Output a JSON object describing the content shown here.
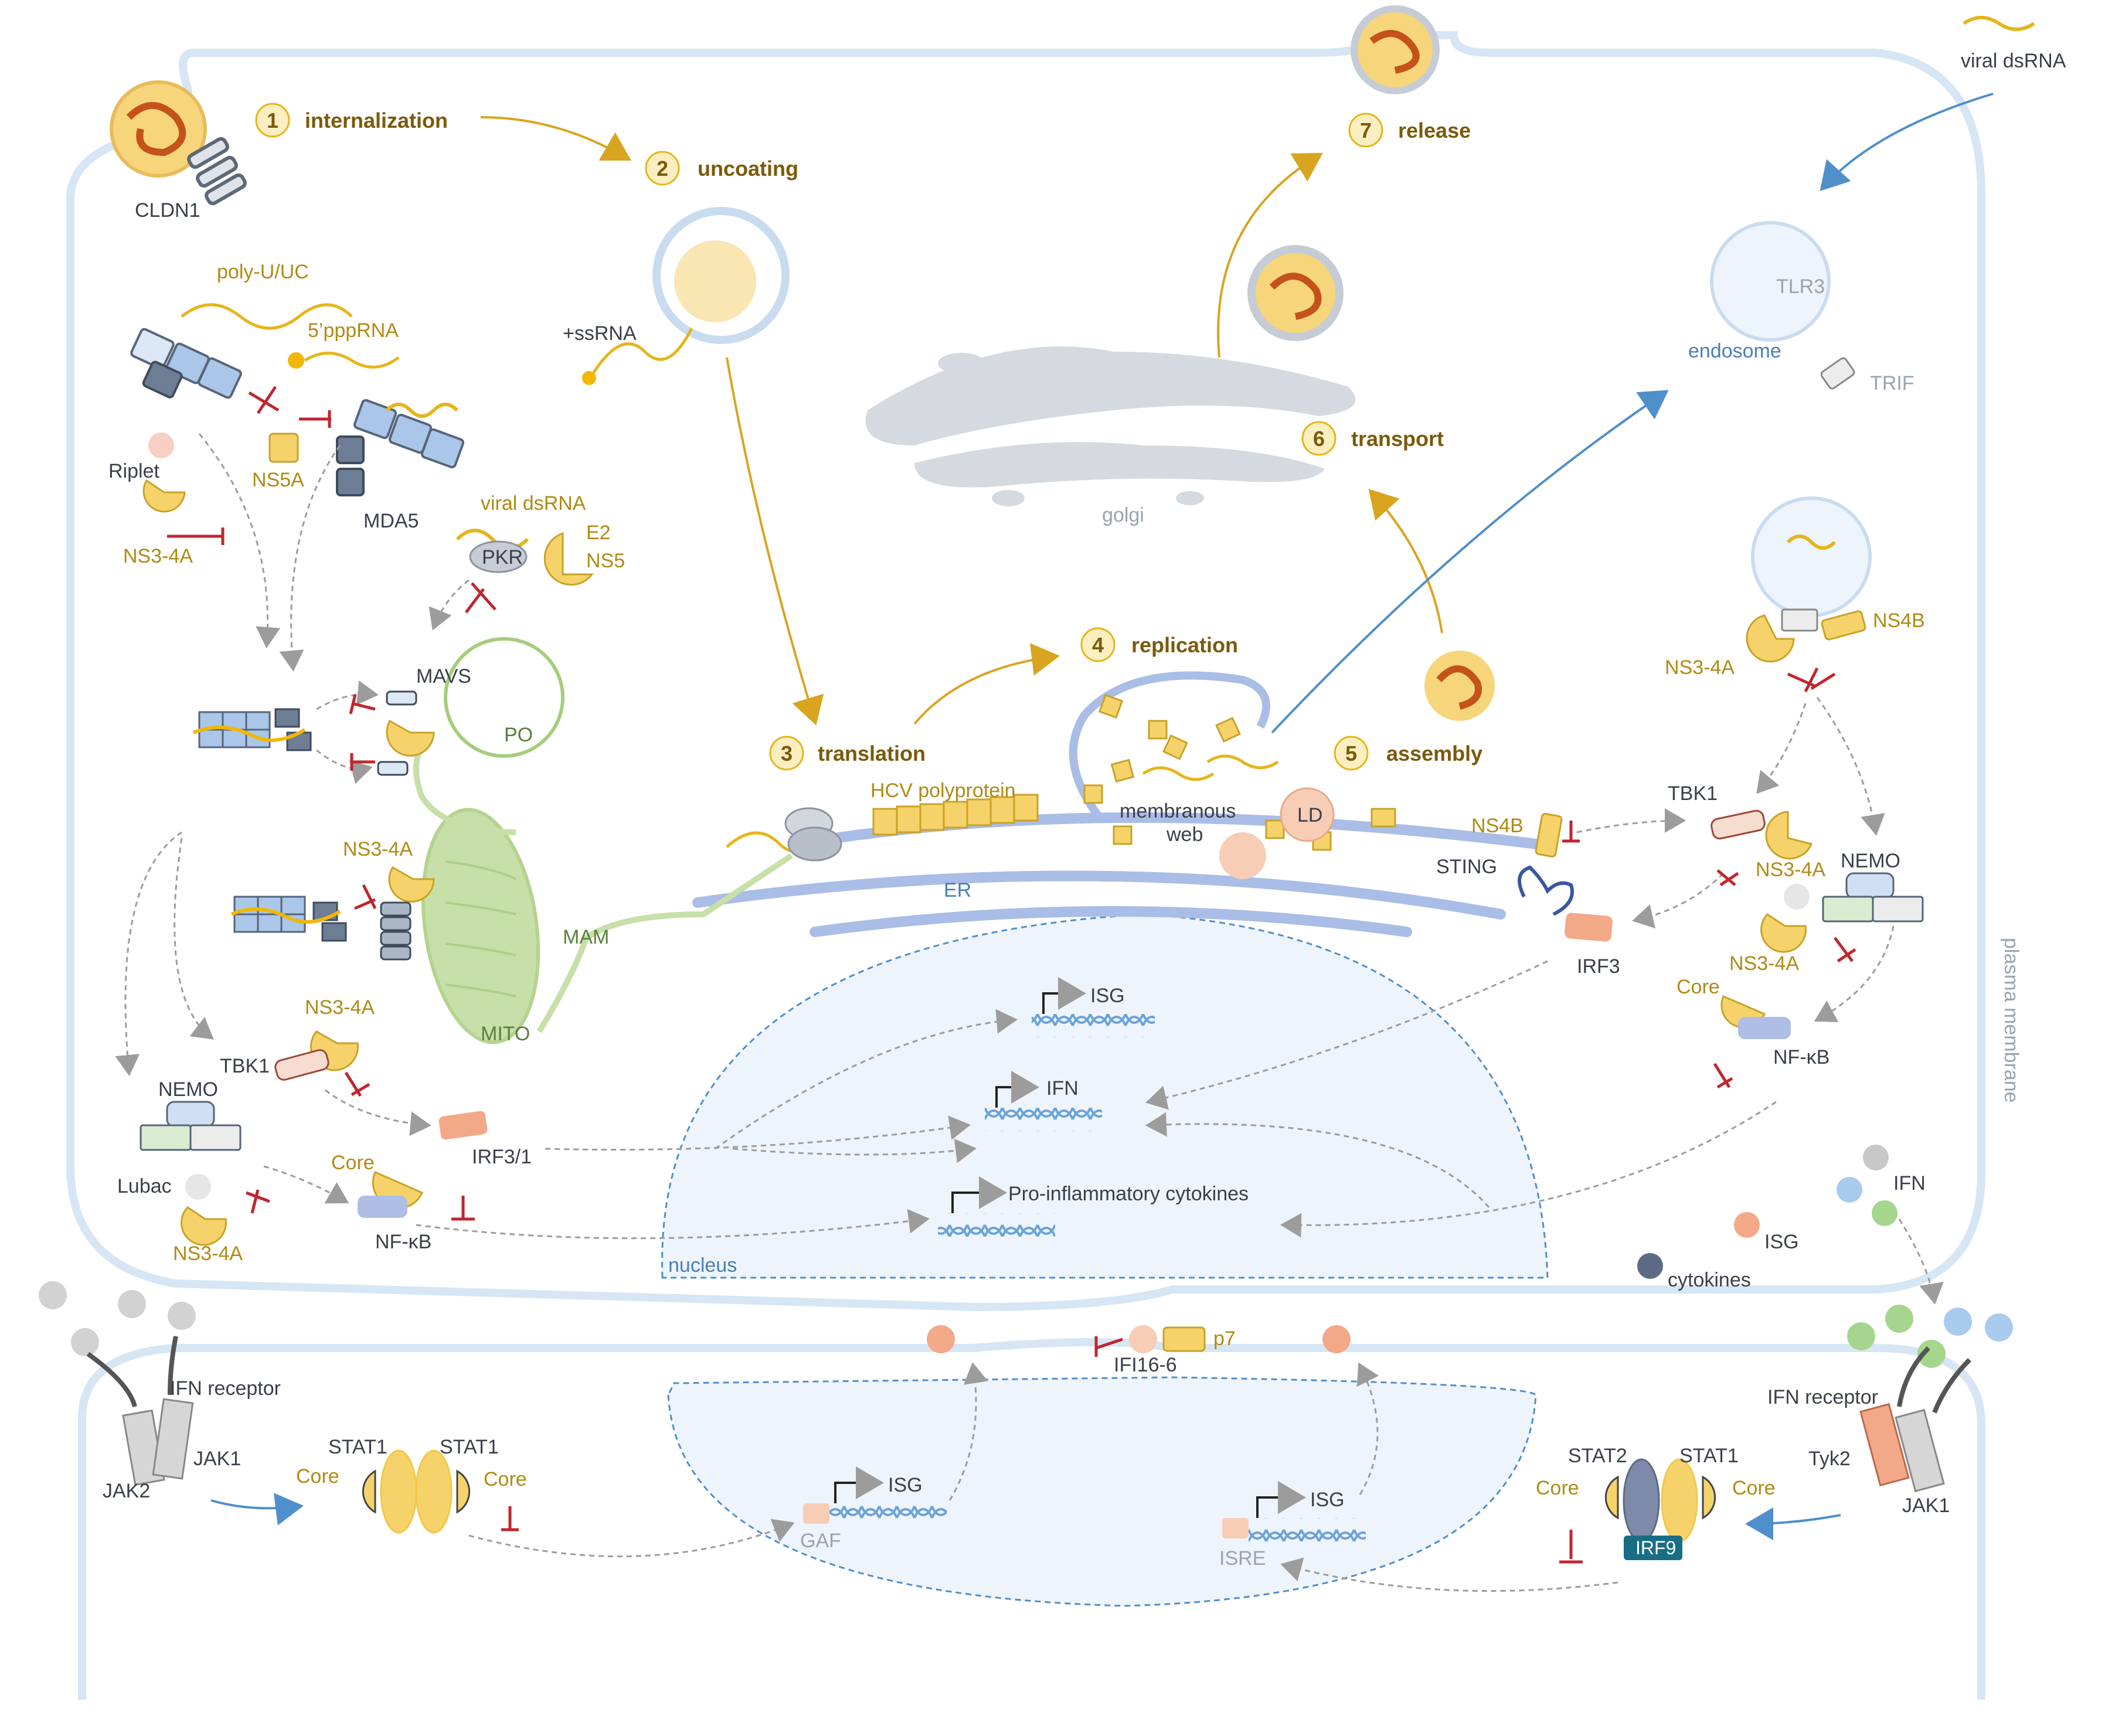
{
  "colors": {
    "membrane": "#d7e6f4",
    "gold": "#f6d36a",
    "gold_stroke": "#c9a227",
    "inhibit": "#c0262e",
    "signal_arrow": "#9c9c9c",
    "blue_arrow": "#4f8fcc",
    "mito": "#c7dfa9",
    "nucleus": "#eef4fb",
    "golgi": "#d5d9e0",
    "virion": "#c4521a"
  },
  "steps": [
    {
      "num": "1",
      "label": "internalization"
    },
    {
      "num": "2",
      "label": "uncoating"
    },
    {
      "num": "3",
      "label": "translation"
    },
    {
      "num": "4",
      "label": "replication"
    },
    {
      "num": "5",
      "label": "assembly"
    },
    {
      "num": "6",
      "label": "transport"
    },
    {
      "num": "7",
      "label": "release"
    }
  ],
  "labels": {
    "cldn1": "CLDN1",
    "ssrna": "+ssRNA",
    "poly_uuc": "poly-U/UC",
    "pppRNA": "5’pppRNA",
    "riplet": "Riplet",
    "ns5a": "NS5A",
    "mda5": "MDA5",
    "ns34a_1": "NS3-4A",
    "viral_dsrna_1": "viral dsRNA",
    "pkr": "PKR",
    "e2": "E2",
    "ns5": "NS5",
    "mavs": "MAVS",
    "po": "PO",
    "ns34a_2": "NS3-4A",
    "mam": "MAM",
    "mito": "MITO",
    "ns34a_3": "NS3-4A",
    "tbk1_left": "TBK1",
    "nemo_left": "NEMO",
    "irf31": "IRF3/1",
    "core_left": "Core",
    "lubac": "Lubac",
    "ns34a_4": "NS3-4A",
    "nfkb_left": "NF-κB",
    "hcv_polyprotein": "HCV polyprotein",
    "er": "ER",
    "membranous_web": "membranous\nweb",
    "ld": "LD",
    "golgi": "golgi",
    "viral_dsrna_2": "viral dsRNA",
    "tlr3": "TLR3",
    "endosome": "endosome",
    "trif": "TRIF",
    "ns4b_right": "NS4B",
    "ns34a_right": "NS3-4A",
    "ns4b_mid": "NS4B",
    "sting": "STING",
    "tbk1_right": "TBK1",
    "ns34a_right2": "NS3-4A",
    "nemo_right": "NEMO",
    "irf3": "IRF3",
    "ns34a_right3": "NS3-4A",
    "core_right": "Core",
    "nfkb_right": "NF-κB",
    "plasma_membrane": "plasma membrane",
    "isg": "ISG",
    "ifn": "IFN",
    "pro_inflammatory": "Pro-inflammatory cytokines",
    "nucleus": "nucleus",
    "legend_ifn": "IFN",
    "legend_isg": "ISG",
    "legend_cytokines": "cytokines",
    "ifi16": "IFI16-6",
    "p7": "p7",
    "ifn_receptor_left": "IFN receptor",
    "jak1_left": "JAK1",
    "jak2": "JAK2",
    "stat1_a": "STAT1",
    "stat1_b": "STAT1",
    "core_stat_a": "Core",
    "core_stat_b": "Core",
    "isg_gaf": "ISG",
    "gaf": "GAF",
    "isg_isre": "ISG",
    "isre": "ISRE",
    "stat2": "STAT2",
    "stat1_c": "STAT1",
    "core_stat_c": "Core",
    "core_stat_d": "Core",
    "irf9": "IRF9",
    "ifn_receptor_right": "IFN receptor",
    "tyk2": "Tyk2",
    "jak1_right": "JAK1"
  }
}
